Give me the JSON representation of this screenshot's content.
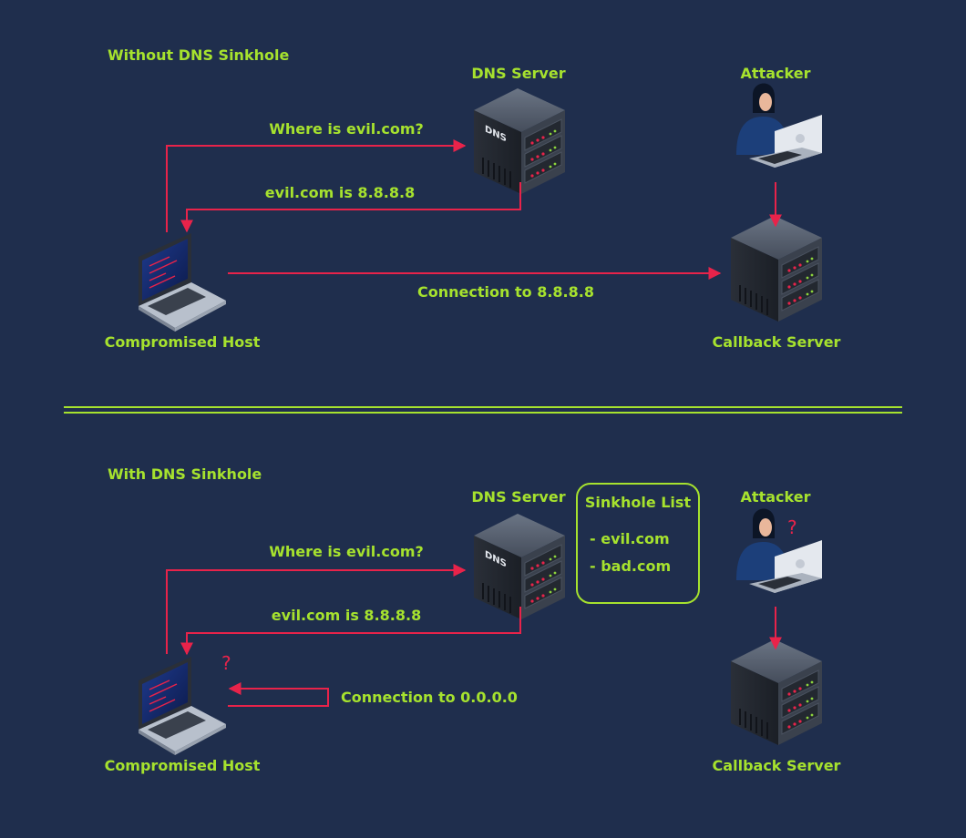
{
  "sections": [
    {
      "heading": "Without DNS Sinkhole",
      "dns_server_label": "DNS Server",
      "attacker_label": "Attacker",
      "host_label": "Compromised Host",
      "callback_label": "Callback Server",
      "query_label": "Where is evil.com?",
      "answer_label": "evil.com is 8.8.8.8",
      "connection_label": "Connection to 8.8.8.8",
      "dns_badge": "DNS"
    },
    {
      "heading": "With DNS Sinkhole",
      "dns_server_label": "DNS Server",
      "attacker_label": "Attacker",
      "host_label": "Compromised Host",
      "callback_label": "Callback Server",
      "query_label": "Where is evil.com?",
      "answer_label": "evil.com is 8.8.8.8",
      "connection_label": "Connection to 0.0.0.0",
      "dns_badge": "DNS",
      "sinkhole_list": {
        "title": "Sinkhole List",
        "items": [
          "- evil.com",
          "- bad.com"
        ]
      },
      "question_mark": "?"
    }
  ],
  "colors": {
    "background": "#1f2e4d",
    "label": "#a6e22e",
    "arrow": "#e8234a",
    "divider": "#a6e22e"
  },
  "icons": [
    "dns-server-icon",
    "attacker-icon",
    "laptop-icon",
    "callback-server-icon"
  ]
}
